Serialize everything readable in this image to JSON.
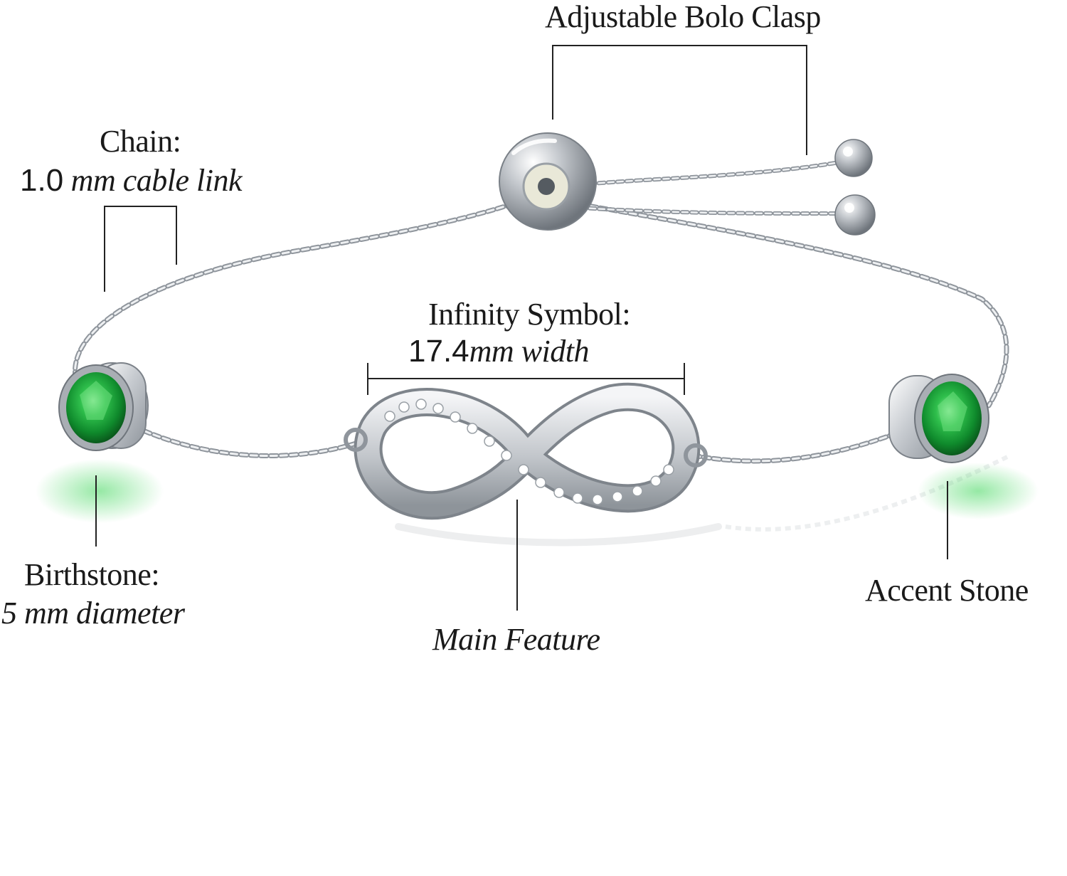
{
  "callouts": {
    "clasp": {
      "title": "Adjustable Bolo Clasp"
    },
    "chain": {
      "title": "Chain:",
      "size": "1.0",
      "detail": "mm cable link"
    },
    "infinity": {
      "title": "Infinity Symbol:",
      "size": "17.4",
      "detail": "mm width"
    },
    "birthstone": {
      "title": "Birthstone:",
      "detail": "5 mm diameter"
    },
    "main": {
      "title": "Main Feature"
    },
    "accent": {
      "title": "Accent Stone"
    }
  },
  "colors": {
    "background": "#ffffff",
    "text": "#1a1a1a",
    "leader_line": "#222222",
    "silver": "#c9cdd2",
    "emerald": "#1a9e3a"
  },
  "icons": [
    "infinity-pendant",
    "bolo-slider-bead",
    "end-bead",
    "bezel-gemstone"
  ]
}
